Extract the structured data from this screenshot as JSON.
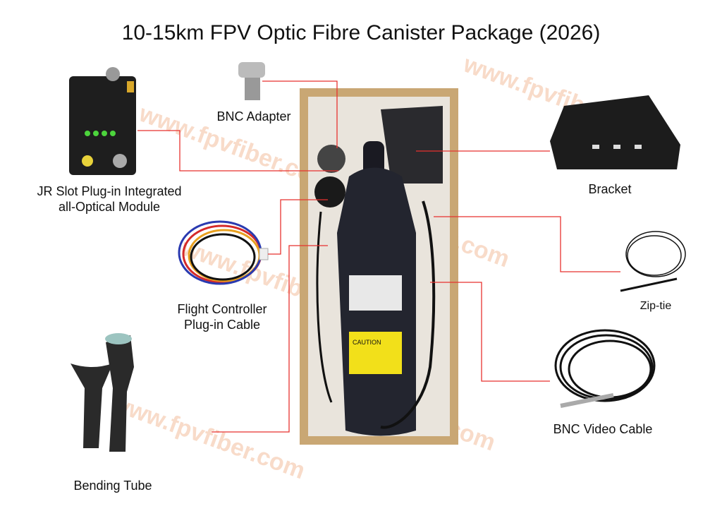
{
  "title": "10-15km FPV Optic Fibre Canister Package (2026)",
  "watermark": "www.fpvfiber.com",
  "items": {
    "jr_module": "JR Slot Plug-in Integrated all-Optical Module",
    "jr_module_line1": "JR Slot Plug-in Integrated",
    "jr_module_line2": "all-Optical Module",
    "bnc_adapter": "BNC Adapter",
    "fc_cable_line1": "Flight Controller",
    "fc_cable_line2": "Plug-in Cable",
    "bending_tube": "Bending Tube",
    "bracket": "Bracket",
    "zip_tie": "Zip-tie",
    "bnc_video_cable": "BNC Video Cable"
  },
  "canister_label": {
    "caution": "CAUTION"
  },
  "colors": {
    "leader_line": "#e8322f",
    "watermark": "#f7d5c0",
    "box": "#c9a774"
  }
}
